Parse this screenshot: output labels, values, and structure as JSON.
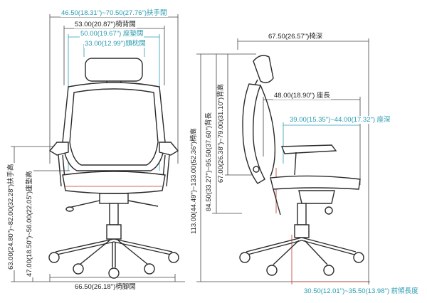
{
  "colors": {
    "dimension_dark": "#333333",
    "dimension_teal": "#2a9bb0",
    "dimension_red": "#c0392b",
    "chair_line": "#2b2b2b"
  },
  "front_view": {
    "armrest_width": "46.50(18.31\")~70.50(27.76\")扶手闊",
    "backrest_width": "53.00(20.87\")椅背闊",
    "seat_cushion_width": "50.00(19.67\") 座墊闊",
    "headrest_width": "33.00(12.99\")頭枕闊",
    "base_width": "66.50(26.18\")椅腳闊",
    "armrest_height": "63.00(24.80\")~82.00(32.28\")扶手高",
    "seat_height": "47.00(18.50\")~56.00(22.05\")座墊高",
    "overall_height": "113.00(44.49\")~133.00(52.36\")椅高"
  },
  "side_view": {
    "chair_depth": "67.50(26.57\")椅深",
    "seat_length": "48.00(18.90\") 座長",
    "seat_depth": "39.00(15.35\")~44.00(17.32\") 座深",
    "back_length": "84.50(33.27\")~95.50(37.60\")背長",
    "back_height": "67.00(26.38\")~79.00(31.10\")背高",
    "tilt_length": "30.50(12.01\")~35.50(13.98\") 前傾長度"
  }
}
